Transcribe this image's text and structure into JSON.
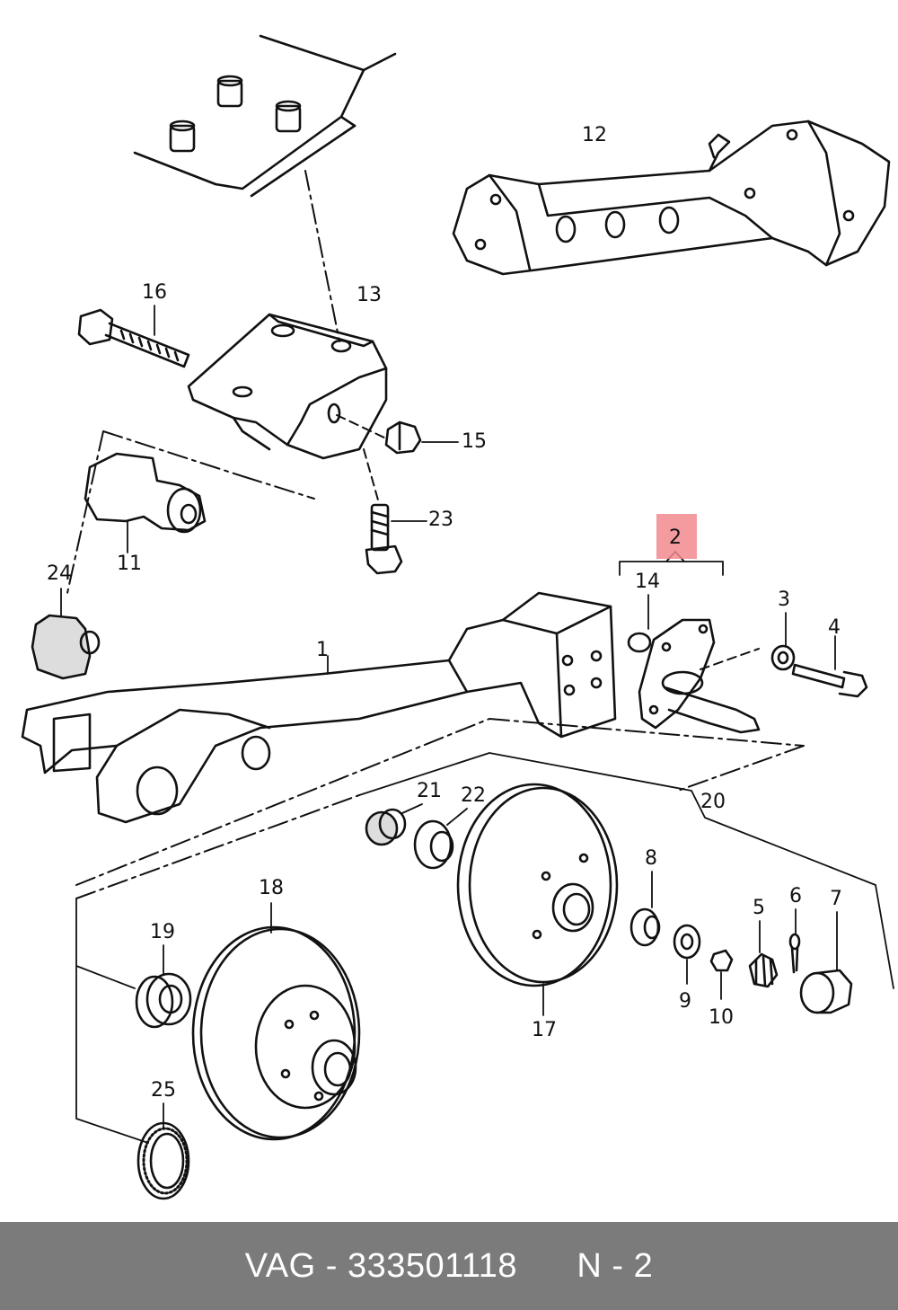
{
  "footer": {
    "brand": "VAG",
    "separator": " - ",
    "part_number": "333501118",
    "position_label": "N - 2"
  },
  "highlight": {
    "color": "#f28a8f",
    "callout": "2"
  },
  "callouts": {
    "c1": "1",
    "c2": "2",
    "c3": "3",
    "c4": "4",
    "c5": "5",
    "c6": "6",
    "c7": "7",
    "c8": "8",
    "c9": "9",
    "c10": "10",
    "c11": "11",
    "c12": "12",
    "c13": "13",
    "c14": "14",
    "c15": "15",
    "c16": "16",
    "c17": "17",
    "c18": "18",
    "c19": "19",
    "c20": "20",
    "c21": "21",
    "c22": "22",
    "c23": "23",
    "c24": "24",
    "c25": "25"
  }
}
